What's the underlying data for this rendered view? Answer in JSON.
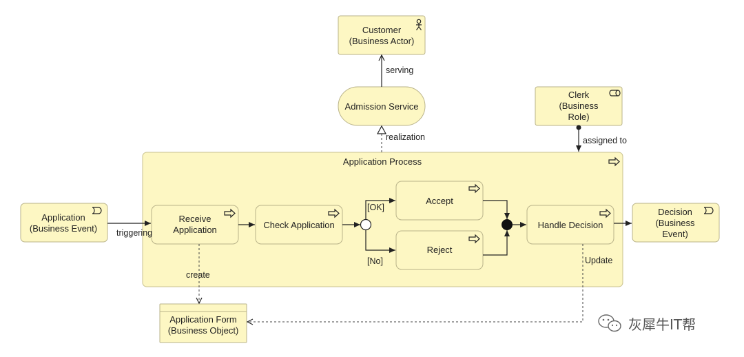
{
  "elements": {
    "customer": {
      "line1": "Customer",
      "line2": "(Business Actor)",
      "icon": "actor-icon"
    },
    "admission_service": {
      "label": "Admission Service"
    },
    "clerk": {
      "line1": "Clerk",
      "line2": "(Business",
      "line3": "Role)",
      "icon": "role-icon"
    },
    "application_process": {
      "label": "Application Process",
      "icon": "process-arrow-icon"
    },
    "application_event": {
      "line1": "Application",
      "line2": "(Business Event)",
      "icon": "event-icon"
    },
    "receive_application": {
      "line1": "Receive",
      "line2": "Application",
      "icon": "process-arrow-icon"
    },
    "check_application": {
      "label": "Check Application",
      "icon": "process-arrow-icon"
    },
    "accept": {
      "label": "Accept",
      "icon": "process-arrow-icon"
    },
    "reject": {
      "label": "Reject",
      "icon": "process-arrow-icon"
    },
    "handle_decision": {
      "label": "Handle Decision",
      "icon": "process-arrow-icon"
    },
    "decision_event": {
      "line1": "Decision",
      "line2": "(Business",
      "line3": "Event)",
      "icon": "event-icon"
    },
    "application_form": {
      "line1": "Application Form",
      "line2": "(Business Object)"
    }
  },
  "relations": {
    "serving": "serving",
    "realization": "realization",
    "assigned_to": "assigned to",
    "triggering": "triggering",
    "ok_guard": "[OK]",
    "no_guard": "[No]",
    "create": "create",
    "update": "Update"
  },
  "watermark": "灰犀牛IT帮",
  "colors": {
    "element_fill": "#fdf7c3",
    "element_stroke": "#b9b38a",
    "line": "#222222"
  }
}
